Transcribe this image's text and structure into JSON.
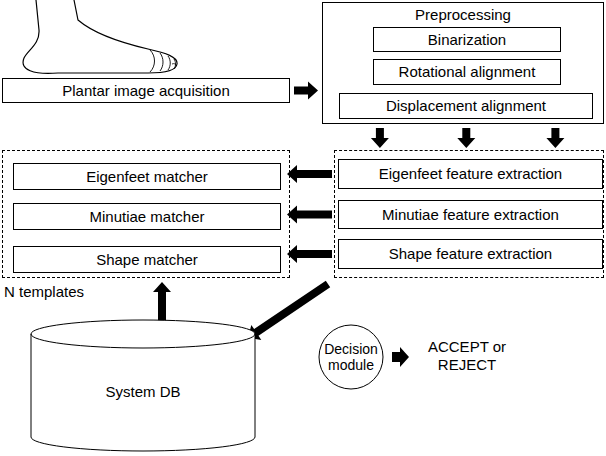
{
  "diagram": {
    "nodes": [
      {
        "text": [
          "Preprocessing"
        ]
      },
      {
        "text": [
          "Binarization"
        ],
        "in": 0
      },
      {
        "text": [
          "Rotational alignment"
        ],
        "in": 0
      },
      {
        "text": [
          "Displacement alignment"
        ],
        "in": 0
      },
      {
        "text": [
          "Plantar image acquisition"
        ]
      },
      {
        "text": []
      },
      {
        "text": [
          "Eigenfeet matcher"
        ],
        "in": 5
      },
      {
        "text": [
          "Minutiae matcher"
        ],
        "in": 5
      },
      {
        "text": [
          "Shape matcher"
        ],
        "in": 5
      },
      {
        "text": []
      },
      {
        "text": [
          "Eigenfeet feature extraction"
        ],
        "in": 9
      },
      {
        "text": [
          "Minutiae feature extraction"
        ],
        "in": 9
      },
      {
        "text": [
          "Shape feature extraction"
        ],
        "in": 9
      },
      {
        "text": [
          "Decision module"
        ]
      },
      {
        "text": [
          "System DB"
        ]
      }
    ],
    "edges": [
      {
        "from": 4,
        "to": 0,
        "arrow": "to"
      },
      {
        "from": 0,
        "to": 9,
        "arrow": "to"
      },
      {
        "from": 0,
        "to": 9,
        "arrow": "to"
      },
      {
        "from": 0,
        "to": 9,
        "arrow": "to"
      },
      {
        "from": 10,
        "to": 6,
        "arrow": "to"
      },
      {
        "from": 11,
        "to": 7,
        "arrow": "to"
      },
      {
        "from": 12,
        "to": 8,
        "arrow": "to"
      },
      {
        "from": 14,
        "to": 5,
        "arrow": "to"
      },
      {
        "from": 9,
        "to": 14,
        "arrow": "to"
      }
    ],
    "labels": [
      "N templates",
      "ACCEPT or REJECT"
    ]
  }
}
